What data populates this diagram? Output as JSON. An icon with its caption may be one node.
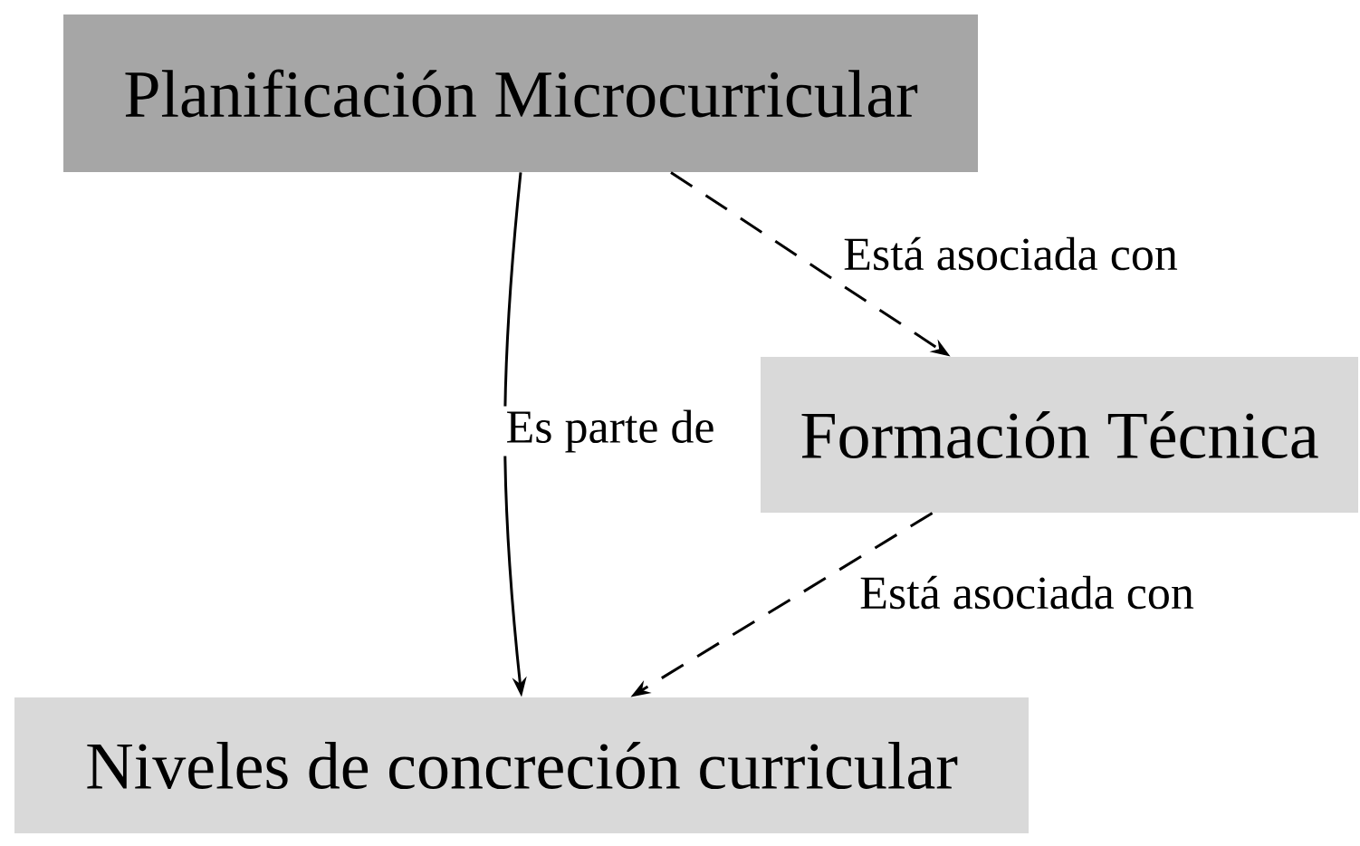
{
  "diagram": {
    "nodes": [
      {
        "text": [
          "Planificación Microcurricular"
        ]
      },
      {
        "text": [
          "Formación Técnica"
        ]
      },
      {
        "text": [
          "Niveles de concreción curricular"
        ]
      }
    ],
    "edges": [
      {
        "from": 0,
        "to": 2,
        "arrow": "to",
        "label": "Es parte de"
      },
      {
        "from": 0,
        "to": 1,
        "arrow": "to",
        "label": "Está asociada con",
        "style": "dashed"
      },
      {
        "from": 1,
        "to": 2,
        "arrow": "to",
        "label": "Está asociada con",
        "style": "dashed"
      }
    ]
  }
}
